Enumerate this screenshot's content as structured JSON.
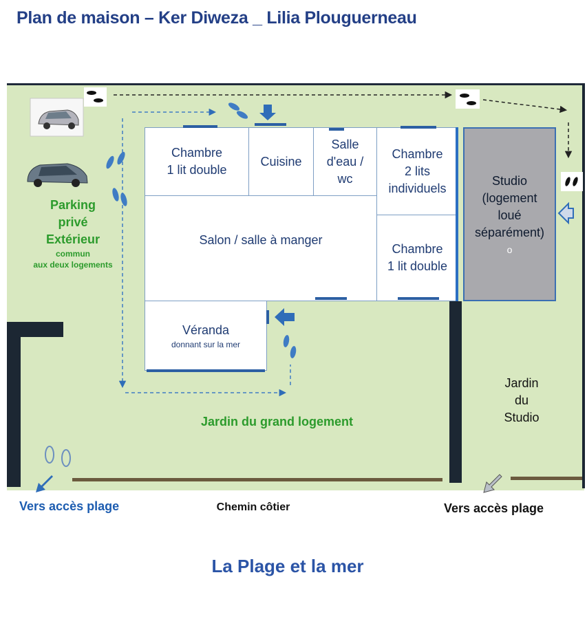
{
  "title": "Plan de maison – Ker Diweza _ Lilia Plouguerneau",
  "rooms": {
    "chambre1": [
      "Chambre",
      "1 lit double"
    ],
    "cuisine": [
      "Cuisine"
    ],
    "salle_eau": [
      "Salle",
      "d'eau /",
      "wc"
    ],
    "chambre2": [
      "Chambre",
      "2 lits",
      "individuels"
    ],
    "salon": [
      "Salon / salle à manger"
    ],
    "chambre3": [
      "Chambre",
      "1 lit double"
    ],
    "veranda": [
      "Véranda",
      "donnant sur la mer"
    ],
    "studio": [
      "Studio",
      "(logement",
      "loué",
      "séparément)",
      "o"
    ]
  },
  "parking": [
    "Parking",
    "privé",
    "Extérieur",
    "commun",
    "aux deux logements"
  ],
  "jardin_grand": "Jardin du grand logement",
  "jardin_studio": [
    "Jardin",
    "du",
    "Studio"
  ],
  "acces_plage_left": "Vers accès plage",
  "acces_plage_right": "Vers accès plage",
  "chemin": "Chemin côtier",
  "plage": "La Plage et la mer",
  "colors": {
    "garden": "#d8e8c0",
    "walls": "#1c2733",
    "studio": "#a9a9ad",
    "title_blue": "#233f86",
    "label_green": "#2c9b2c",
    "arrow_blue": "#2f6db8"
  },
  "icons": [
    "car-icon",
    "car-icon",
    "footprints-icon",
    "arrow-icon"
  ]
}
